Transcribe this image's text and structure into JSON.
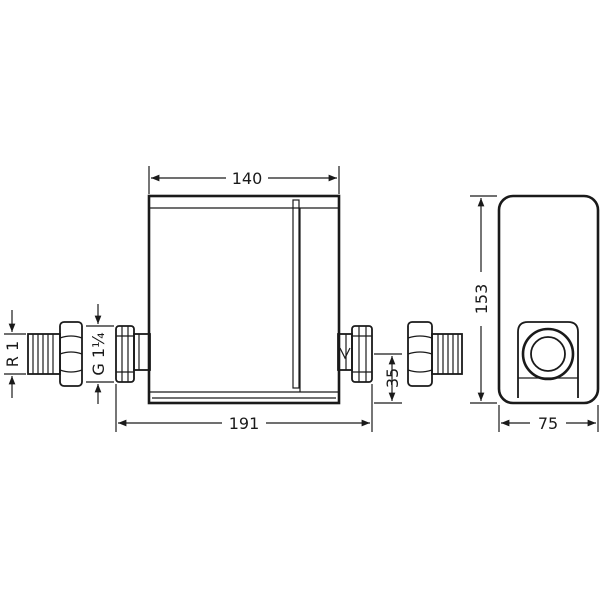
{
  "dimensions": {
    "body_width": "140",
    "overall_length": "191",
    "height": "153",
    "depth": "75",
    "inlet_thread": "R 1",
    "union_thread": "G 1¼",
    "pipe_offset": "35"
  }
}
